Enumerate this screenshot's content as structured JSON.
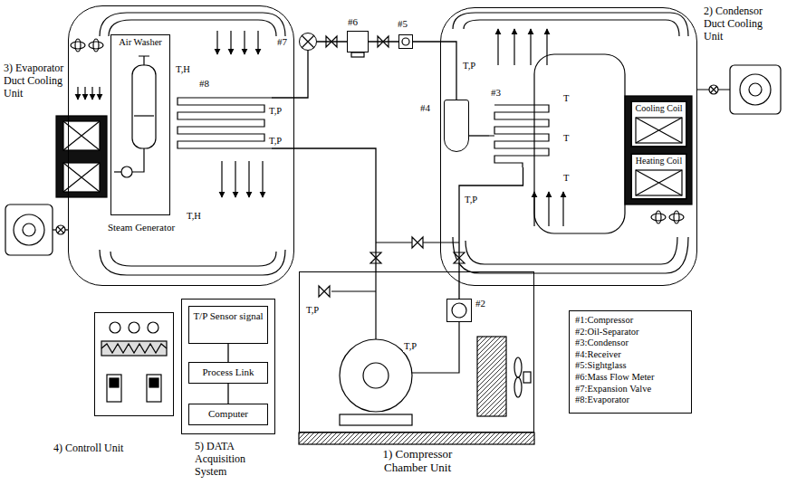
{
  "diagram": {
    "nodes": [
      {
        "text": [
          "3) Evaporator Duct Cooling Unit"
        ]
      },
      {
        "text": [
          "Air Washer",
          "Steam Generator"
        ],
        "in": 0
      },
      {
        "text": [
          "#8"
        ],
        "in": 0
      },
      {
        "text": [
          "#7"
        ]
      },
      {
        "text": [
          "#6"
        ]
      },
      {
        "text": [
          "#5"
        ]
      },
      {
        "text": [
          "2) Condensor Duct Cooling Unit"
        ]
      },
      {
        "text": [
          "#3"
        ],
        "in": 6
      },
      {
        "text": [
          "#4"
        ],
        "in": 6
      },
      {
        "text": [
          "Cooling Coil"
        ],
        "in": 6
      },
      {
        "text": [
          "Heating Coil"
        ],
        "in": 6
      },
      {
        "text": [
          "1) Compressor Chamber Unit"
        ]
      },
      {
        "text": [
          "#2"
        ],
        "in": 11
      },
      {
        "text": [
          "4) Controll Unit"
        ]
      },
      {
        "text": [
          "5) DATA Acquisition System"
        ]
      },
      {
        "text": [
          "T/P Sensor signal"
        ],
        "in": 14
      },
      {
        "text": [
          "Process Link"
        ],
        "in": 14
      },
      {
        "text": [
          "Computer"
        ],
        "in": 14
      },
      {
        "text": [
          "#1:Compressor",
          "#2:Oil-Separator",
          "#3:Condensor",
          "#4:Receiver",
          "#5:Sightglass",
          "#6:Mass Flow Meter",
          "#7:Expansion Valve",
          "#8:Evaporator"
        ]
      }
    ],
    "edges": [
      {
        "from": 12,
        "to": 7,
        "arrow": "none"
      },
      {
        "from": 7,
        "to": 8,
        "arrow": "none"
      },
      {
        "from": 8,
        "to": 5,
        "arrow": "none"
      },
      {
        "from": 5,
        "to": 4,
        "arrow": "none"
      },
      {
        "from": 4,
        "to": 3,
        "arrow": "none"
      },
      {
        "from": 3,
        "to": 2,
        "arrow": "none"
      },
      {
        "from": 2,
        "to": 11,
        "arrow": "none"
      },
      {
        "from": 15,
        "to": 16,
        "arrow": "none"
      },
      {
        "from": 16,
        "to": 17,
        "arrow": "none"
      }
    ],
    "labels": [
      "T,H",
      "T,P",
      "T,P",
      "T,H",
      "T,P",
      "T",
      "T",
      "T",
      "T,P",
      "T,P",
      "T,P"
    ]
  }
}
